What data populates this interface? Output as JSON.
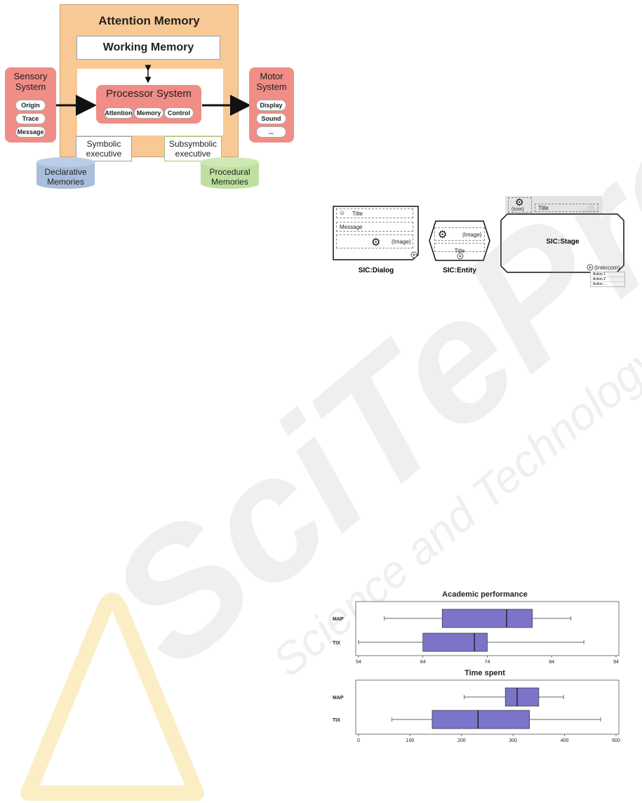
{
  "figure1": {
    "attention_title": "Attention Memory",
    "working_memory": "Working Memory",
    "sensory": {
      "title_line1": "Sensory",
      "title_line2": "System",
      "items": [
        "Origin",
        "Trace",
        "Message"
      ]
    },
    "processor": {
      "title": "Processor System",
      "items": [
        "Attention",
        "Memory",
        "Control"
      ]
    },
    "motor": {
      "title_line1": "Motor",
      "title_line2": "System",
      "items": [
        "Display",
        "Sound",
        "..."
      ]
    },
    "symbolic": {
      "line1": "Symbolic",
      "line2": "executive"
    },
    "subsymbolic": {
      "line1": "Subsymbolic",
      "line2": "executive"
    },
    "declarative": {
      "line1": "Declarative",
      "line2": "Memories"
    },
    "procedural": {
      "line1": "Procedural",
      "line2": "Memories"
    },
    "colors": {
      "attention": "#f9c995",
      "system": "#ef8d86",
      "declarative": "#a8bedc",
      "procedural": "#bfe0a0"
    }
  },
  "figure2": {
    "dialog": {
      "caption": "SIC:Dialog",
      "title": "Title",
      "message": "Message",
      "image": "(Image)"
    },
    "entity": {
      "caption": "SIC:Entity",
      "image": "(Image)",
      "title": "Title"
    },
    "stage": {
      "caption": "SIC:Stage",
      "icon": "(Icon)",
      "title": "Title",
      "intercom": "(Intercom)",
      "actions": [
        "Action 1",
        "Action 2",
        "Action ..."
      ]
    }
  },
  "watermark": {
    "line1": "SciTePress",
    "line2": "Science and Technology Publications"
  },
  "chart_data": [
    {
      "type": "box",
      "title": "Academic performance",
      "categories": [
        "MAP",
        "TIX"
      ],
      "xlim": [
        54,
        94
      ],
      "xticks": [
        "54",
        "64",
        "74",
        "84",
        "94"
      ],
      "series": [
        {
          "label": "MAP",
          "min": 58,
          "q1": 67,
          "median": 77,
          "q3": 81,
          "max": 87
        },
        {
          "label": "TIX",
          "min": 54,
          "q1": 64,
          "median": 72,
          "q3": 74,
          "max": 89
        }
      ],
      "box_color": "#7b74c8"
    },
    {
      "type": "box",
      "title": "Time spent",
      "categories": [
        "MAP",
        "TIX"
      ],
      "xlim": [
        0,
        500
      ],
      "xticks": [
        "0",
        "100",
        "200",
        "300",
        "400",
        "500"
      ],
      "series": [
        {
          "label": "MAP",
          "min": 205,
          "q1": 285,
          "median": 308,
          "q3": 350,
          "max": 398
        },
        {
          "label": "TIX",
          "min": 65,
          "q1": 143,
          "median": 232,
          "q3": 332,
          "max": 470
        }
      ],
      "box_color": "#7b74c8"
    }
  ]
}
